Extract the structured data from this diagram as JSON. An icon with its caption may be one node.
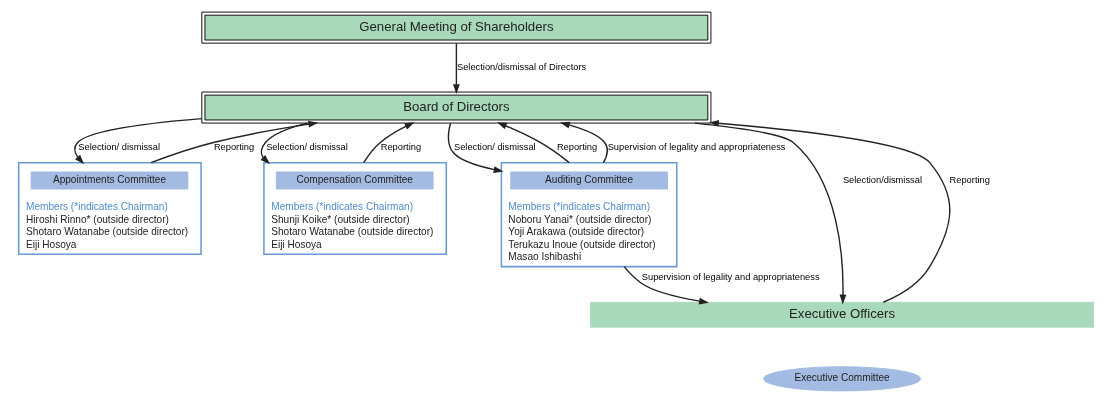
{
  "diagram": {
    "nodes": [
      {
        "text": [
          "General Meeting of Shareholders"
        ]
      },
      {
        "text": [
          "Board of Directors"
        ]
      },
      {
        "text": [
          "Members (*indicates Chairman)",
          "Hiroshi Rinno* (outside director)",
          "Shotaro Watanabe (outside director)",
          "Eiji Hosoya"
        ]
      },
      {
        "text": [
          "Appointments Committee"
        ],
        "in": 2
      },
      {
        "text": [
          "Members (*indicates Chairman)",
          "Shunji Koike* (outside director)",
          "Shotaro Watanabe (outside director)",
          "Eiji Hosoya"
        ]
      },
      {
        "text": [
          "Compensation Committee"
        ],
        "in": 4
      },
      {
        "text": [
          "Members (*indicates Chairman)",
          "Noboru Yanai* (outside director)",
          "Yoji Arakawa (outside director)",
          "Terukazu Inoue (outside director)",
          "Masao Ishibashi"
        ]
      },
      {
        "text": [
          "Auditing Committee"
        ],
        "in": 6
      },
      {
        "text": [
          "Executive Officers"
        ]
      },
      {
        "text": [
          "Executive Committee"
        ]
      }
    ],
    "edges": [
      {
        "from": 0,
        "to": 1,
        "arrow": "to",
        "label": "Selection/dismissal of Directors"
      },
      {
        "from": 1,
        "to": 2,
        "arrow": "to",
        "label": "Selection/ dismissal"
      },
      {
        "from": 2,
        "to": 1,
        "arrow": "to",
        "label": "Reporting"
      },
      {
        "from": 1,
        "to": 4,
        "arrow": "to",
        "label": "Selection/ dismissal"
      },
      {
        "from": 4,
        "to": 1,
        "arrow": "to",
        "label": "Reporting"
      },
      {
        "from": 1,
        "to": 6,
        "arrow": "to",
        "label": "Selection/ dismissal"
      },
      {
        "from": 6,
        "to": 1,
        "arrow": "to",
        "label": "Reporting"
      },
      {
        "from": 1,
        "to": 8,
        "arrow": "to",
        "label": "Selection/dismissal"
      },
      {
        "from": 8,
        "to": 1,
        "arrow": "to",
        "label": "Reporting"
      },
      {
        "from": 6,
        "to": 1,
        "arrow": "to",
        "label": "Supervision of legality and appropriateness"
      },
      {
        "from": 6,
        "to": 8,
        "arrow": "to",
        "label": "Supervision of legality and appropriateness"
      }
    ]
  }
}
